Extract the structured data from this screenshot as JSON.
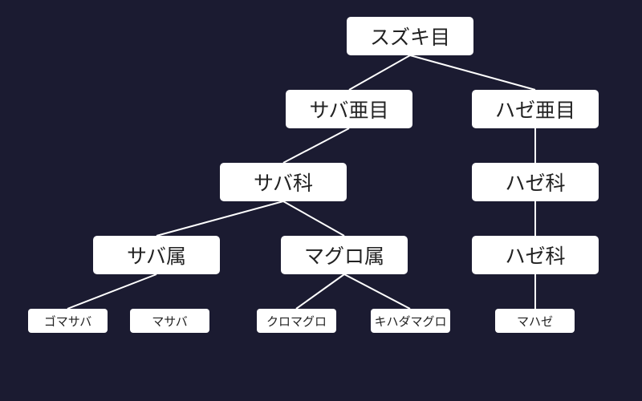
{
  "tree": {
    "root": "スズキ目",
    "suborder_saba": "サバ亜目",
    "suborder_haze": "ハゼ亜目",
    "family_saba": "サバ科",
    "family_haze": "ハゼ科",
    "genus_saba": "サバ属",
    "genus_maguro": "マグロ属",
    "genus_haze": "ハゼ科",
    "species_gomasaba": "ゴマサバ",
    "species_masaba": "マサバ",
    "species_kuromaguro": "クロマグロ",
    "species_kihadamaguro": "キハダマグロ",
    "species_mahaze": "マハゼ"
  },
  "colors": {
    "background": "#1b1b31",
    "node_fill": "#ffffff",
    "edge": "#ffffff",
    "text": "#222222"
  }
}
